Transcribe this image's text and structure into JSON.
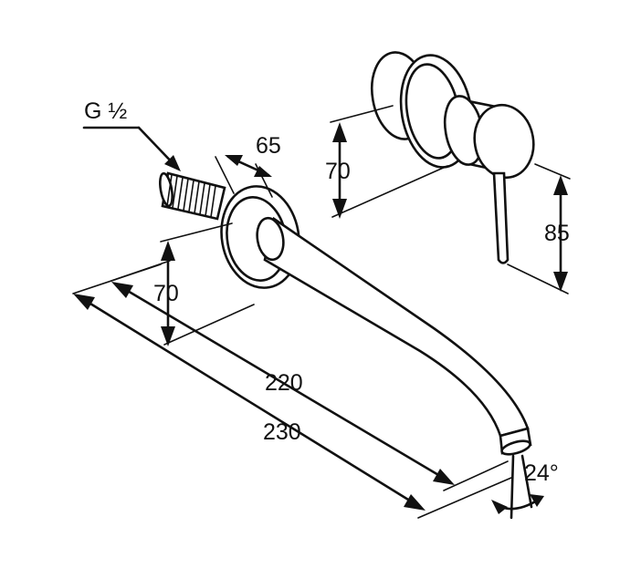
{
  "labels": {
    "thread": "G ½",
    "depth_65": "65",
    "height_left_70": "70",
    "height_right_70": "70",
    "height_85": "85",
    "length_220": "220",
    "length_230": "230",
    "angle_24": "24°"
  }
}
